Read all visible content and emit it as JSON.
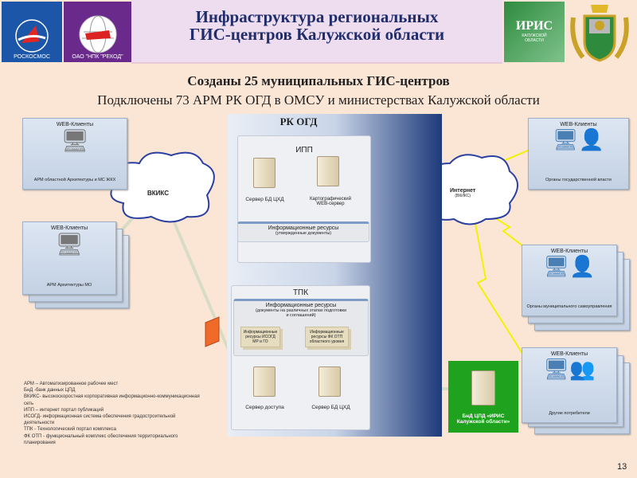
{
  "header": {
    "title_line1": "Инфраструктура  региональных",
    "title_line2": "ГИС-центров Калужской области",
    "logos": {
      "roscosmos": "РОСКОСМОС",
      "rekod": "ОАО \"НПК  \"РЕКОД\"",
      "iris": "ИРИС",
      "iris_sub": "КАЛУЖСКОЙ ОБЛАСТИ"
    }
  },
  "subtitle1": "Созданы 25 муниципальных ГИС-центров",
  "subtitle2": "Подключены 73 АРМ РК ОГД в ОМСУ и министерствах Калужской области",
  "center": {
    "title": "РК ОГД",
    "ipp": {
      "title": "ИПП",
      "server1": "Сервер БД ЦХД",
      "server2": "Картографический WEB-сервер",
      "resources": "Информационные ресурсы",
      "resources_sub": "(утвержденные документы)"
    },
    "tpk": {
      "title": "ТПК",
      "resources": "Информационные ресурсы",
      "resources_sub": "(документы на различных этапах подготовки и соглашений)",
      "res1": "Информационные ресурсы ИСОГД МР и ГО",
      "res2": "Информационные ресурсы ФК ОТП областного уровня",
      "server1": "Сервер доступа",
      "server2": "Сервер БД ЦХД"
    }
  },
  "left_clients": [
    {
      "title": "WEB-Клиенты",
      "label": "АРМ областной Архитектуры и МС ЖКХ"
    },
    {
      "title": "WEB-Клиенты",
      "label": "АРМ Архитектуры МО"
    }
  ],
  "clouds": {
    "vkiks": "ВКИКС",
    "internet": "Интернет",
    "internet_sub": "(ВКИКС)"
  },
  "right_clients": [
    {
      "title": "WEB-Клиенты",
      "label": "Органы государственной власти"
    },
    {
      "title": "WEB-Клиенты",
      "label": "Органы муниципального самоуправления"
    },
    {
      "title": "WEB-Клиенты",
      "label": "Другие потребители"
    }
  ],
  "bnd": "БнД ЦПД «ИРИС Калужской области»",
  "legend": [
    "АРМ – Автоматизированное рабочее мест",
    "БнД -банк данных ЦПД",
    "ВКИКС- высокоскоростная корпоративная информационно-коммуникационная сеть",
    "ИПП – интернет портал публикаций",
    "ИСОГД- информационная система обеспечения градостроительной деятельности",
    "ТПК - Технологический портал комплекса",
    "ФК ОТП - функциональный комплекс обеспечения территориального планирования"
  ],
  "page_number": "13",
  "colors": {
    "background": "#fbe6d6",
    "title": "#1f2d6b",
    "panel_dark": "#1d3a7a",
    "green": "#1fa31f"
  }
}
